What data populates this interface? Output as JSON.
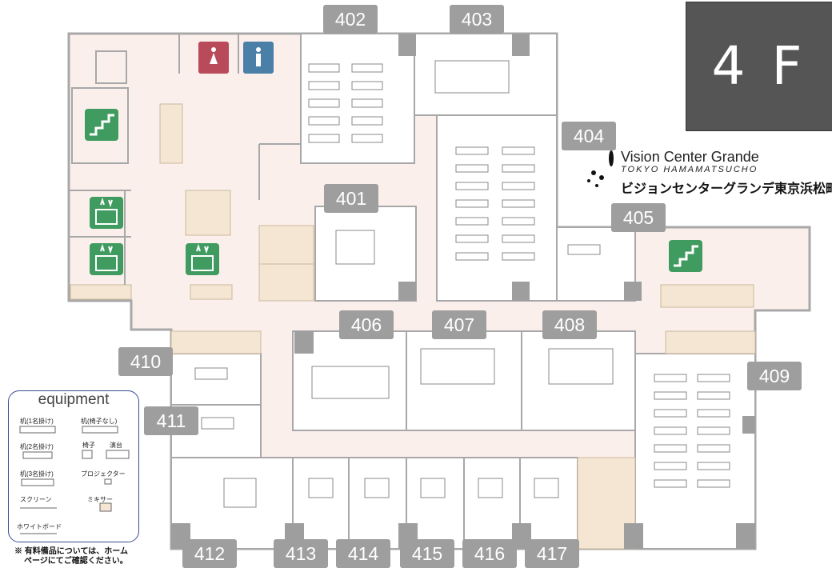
{
  "floor": "4 F",
  "logo": {
    "line1": "Vision Center Grande",
    "line2": "TOKYO HAMAMATSUCHO",
    "line3": "ビジョンセンターグランデ東京浜松町"
  },
  "rooms": [
    "401",
    "402",
    "403",
    "404",
    "405",
    "406",
    "407",
    "408",
    "409",
    "410",
    "411",
    "412",
    "413",
    "414",
    "415",
    "416",
    "417"
  ],
  "legend": {
    "title": "equipment",
    "desk1": "机(1名掛け)",
    "desk_nochair": "机(椅子なし)",
    "desk2": "机(2名掛け)",
    "chair": "椅子",
    "podium": "演台",
    "desk3": "机(3名掛け)",
    "projector": "プロジェクター",
    "screen": "スクリーン",
    "mixer": "ミキサー",
    "whiteboard": "ホワイトボード"
  },
  "note": {
    "line1": "※ 有料備品については、ホーム",
    "line2": "ページにてご確認ください。"
  },
  "colors": {
    "floor_fill": "#fbefec",
    "wall": "#a8a8a8",
    "label_bg": "#9e9e9e",
    "stair_green": "#3f9b5f",
    "restroom_female": "#b84a5a",
    "restroom_male": "#4a7fa8",
    "storage": "#f5e6d3"
  },
  "icons": [
    "stairs-icon",
    "elevator-icon",
    "restroom-female-icon",
    "restroom-male-icon"
  ]
}
